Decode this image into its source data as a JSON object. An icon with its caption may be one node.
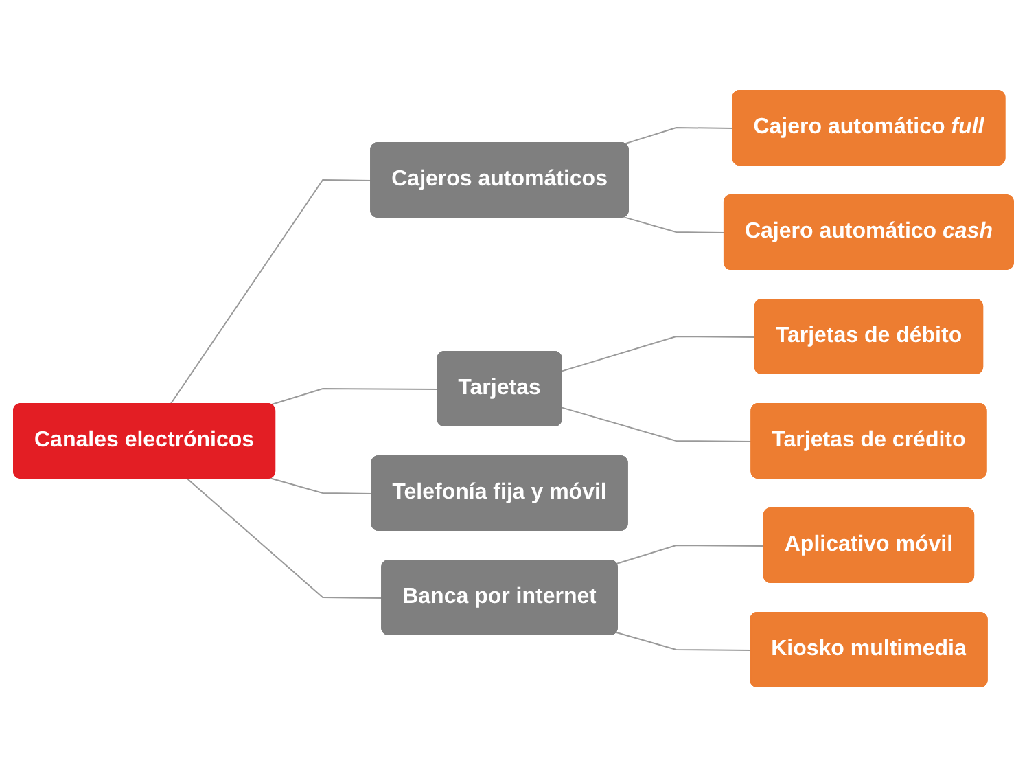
{
  "diagram": {
    "nodes": [
      {
        "text": [
          "Canales electrónicos"
        ]
      },
      {
        "text": [
          "Cajeros automáticos"
        ]
      },
      {
        "text": [
          "Cajero automático *full*"
        ]
      },
      {
        "text": [
          "Cajero automático *cash*"
        ]
      },
      {
        "text": [
          "Tarjetas"
        ]
      },
      {
        "text": [
          "Tarjetas de débito"
        ]
      },
      {
        "text": [
          "Tarjetas de crédito"
        ]
      },
      {
        "text": [
          "Telefonía fija y móvil"
        ]
      },
      {
        "text": [
          "Banca por internet"
        ]
      },
      {
        "text": [
          "Aplicativo móvil"
        ]
      },
      {
        "text": [
          "Kiosko multimedia"
        ]
      }
    ],
    "edges": [
      {
        "from": 0,
        "to": 1,
        "arrow": "none"
      },
      {
        "from": 1,
        "to": 2,
        "arrow": "none"
      },
      {
        "from": 1,
        "to": 3,
        "arrow": "none"
      },
      {
        "from": 0,
        "to": 4,
        "arrow": "none"
      },
      {
        "from": 4,
        "to": 5,
        "arrow": "none"
      },
      {
        "from": 4,
        "to": 6,
        "arrow": "none"
      },
      {
        "from": 0,
        "to": 7,
        "arrow": "none"
      },
      {
        "from": 0,
        "to": 8,
        "arrow": "none"
      },
      {
        "from": 8,
        "to": 9,
        "arrow": "none"
      },
      {
        "from": 8,
        "to": 10,
        "arrow": "none"
      }
    ]
  }
}
